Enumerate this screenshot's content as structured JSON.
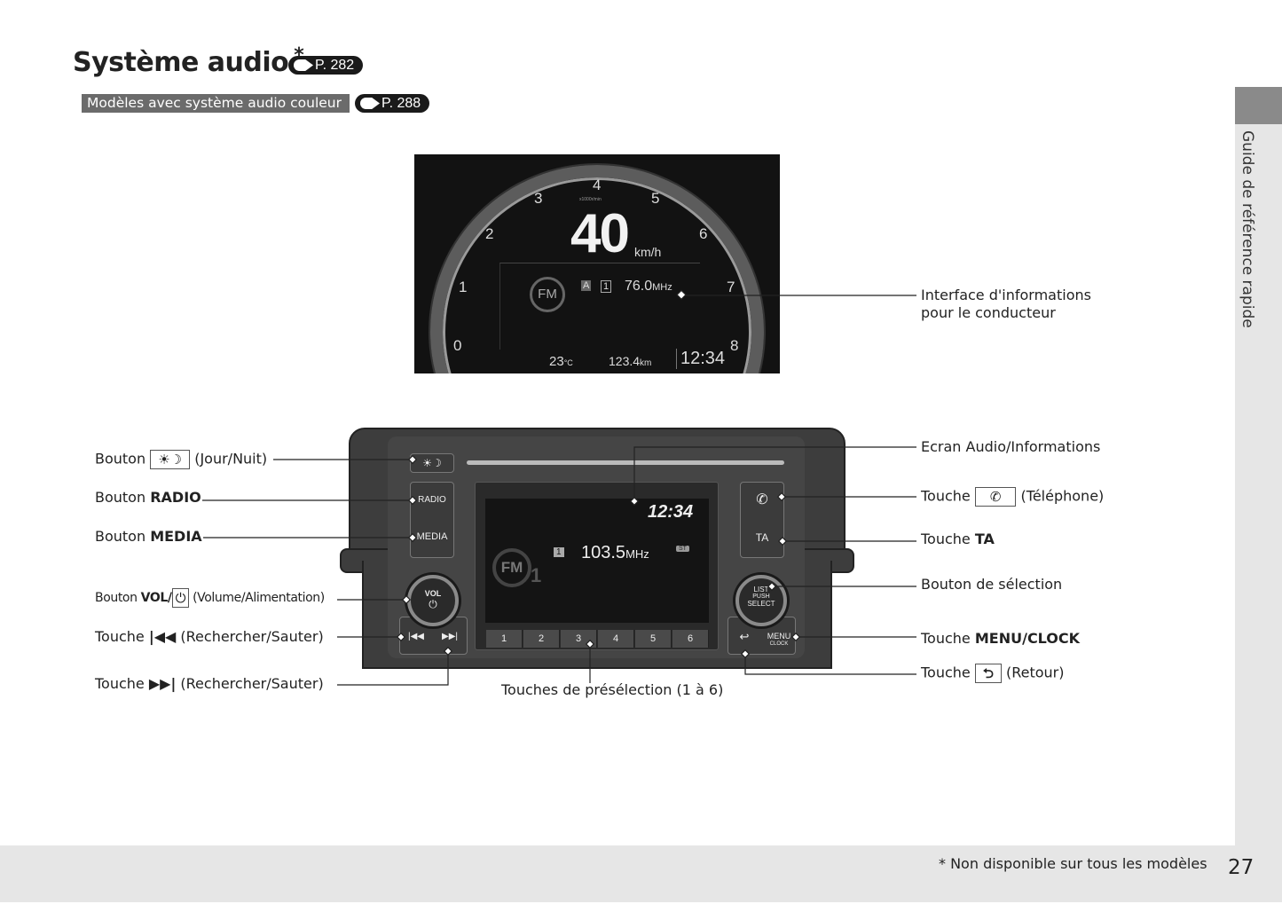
{
  "header": {
    "title": "Système audio",
    "asterisk": "*",
    "ref1": "P. 282",
    "subtitle": "Modèles avec système audio couleur",
    "ref2": "P. 288"
  },
  "sidetab": {
    "label": "Guide de référence rapide"
  },
  "cluster": {
    "speed": "40",
    "speed_unit": "km/h",
    "rpm_unit": "x1000r/min",
    "tach_ticks": [
      "0",
      "1",
      "2",
      "3",
      "4",
      "5",
      "6",
      "7",
      "8"
    ],
    "band": "FM",
    "preset": "1",
    "frequency": "76.0",
    "freq_unit": "MHz",
    "temperature": "23",
    "temp_unit": "°C",
    "odometer": "123.4",
    "odo_unit": "km",
    "clock": "12:34"
  },
  "radio": {
    "clock": "12:34",
    "band": "FM",
    "band_num": "1",
    "preset": "1",
    "frequency": "103.5",
    "freq_unit": "MHz",
    "stereo": "ST",
    "radio_btn": "RADIO",
    "media_btn": "MEDIA",
    "vol_btn": "VOL",
    "ta_btn": "TA",
    "select_btn": [
      "LIST",
      "PUSH",
      "SELECT"
    ],
    "menu_btn": "MENU",
    "clock_btn": "CLOCK",
    "presets": [
      "1",
      "2",
      "3",
      "4",
      "5",
      "6"
    ]
  },
  "callouts": {
    "day_night": {
      "prefix": "Bouton",
      "suffix": "(Jour/Nuit)"
    },
    "radio": {
      "prefix": "Bouton",
      "bold": "RADIO"
    },
    "media": {
      "prefix": "Bouton",
      "bold": "MEDIA"
    },
    "vol": {
      "prefix": "Bouton",
      "bold": "VOL/",
      "suffix": "(Volume/Alimentation)"
    },
    "seek_back": {
      "prefix": "Touche",
      "suffix": "(Rechercher/Sauter)"
    },
    "seek_fwd": {
      "prefix": "Touche",
      "suffix": "(Rechercher/Sauter)"
    },
    "driver_info": {
      "line1": "Interface d'informations",
      "line2": "pour le conducteur"
    },
    "screen": "Ecran Audio/Informations",
    "phone": {
      "prefix": "Touche",
      "suffix": "(Téléphone)"
    },
    "ta": {
      "prefix": "Touche",
      "bold": "TA"
    },
    "select": "Bouton de sélection",
    "menu": {
      "prefix": "Touche",
      "bold": "MENU/CLOCK"
    },
    "back": {
      "prefix": "Touche",
      "suffix": "(Retour)"
    },
    "presets": "Touches de présélection (1 à 6)"
  },
  "footer": {
    "note": "* Non disponible sur tous les modèles",
    "page": "27"
  }
}
